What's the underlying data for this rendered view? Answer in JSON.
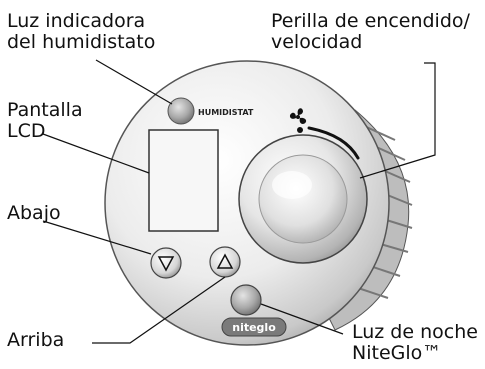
{
  "callouts": {
    "humidistat_light": {
      "line1": "Luz indicadora",
      "line2": "del humidistato"
    },
    "power_knob": {
      "line1": "Perilla de encendido/",
      "line2": "velocidad"
    },
    "lcd": {
      "line1": "Pantalla",
      "line2": "LCD"
    },
    "down": {
      "line1": "Abajo"
    },
    "up": {
      "line1": "Arriba"
    },
    "night_light": {
      "line1": "Luz de noche",
      "line2": "NiteGlo™"
    }
  },
  "device": {
    "humidistat_label": "HUMIDISTAT",
    "brand_label": "niteglo",
    "icons": [
      "fan-icon",
      "power-icon",
      "speed-dots-icon",
      "down-arrow-icon",
      "up-arrow-icon"
    ]
  },
  "colors": {
    "body": "#e6e6e6",
    "shadow": "#8c8c8c",
    "ink": "#111111",
    "led": "#9a9a9a"
  }
}
